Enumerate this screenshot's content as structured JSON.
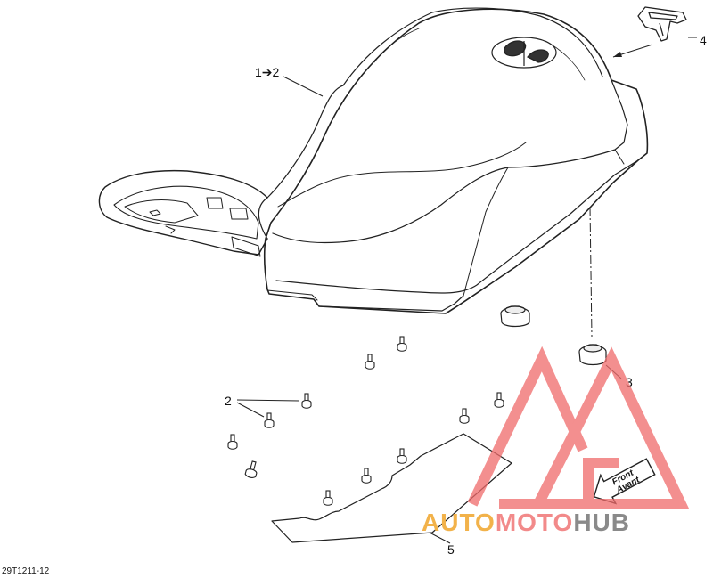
{
  "diagram": {
    "callouts": {
      "seat": "1➔2",
      "latch": "4",
      "bolt_nut": "3",
      "studs": "2",
      "pad": "5"
    },
    "drawing_code": "29T1211-12",
    "front_label": {
      "line1": "Front",
      "line2": "Avant"
    }
  },
  "watermark": {
    "part1": "AUTO",
    "part2": "MOTO",
    "part3": "HUB",
    "colors": {
      "part1": "#f2b24a",
      "part2": "#f28a8a",
      "part3": "#8a8a8a",
      "logo": "#f06a6a"
    }
  }
}
